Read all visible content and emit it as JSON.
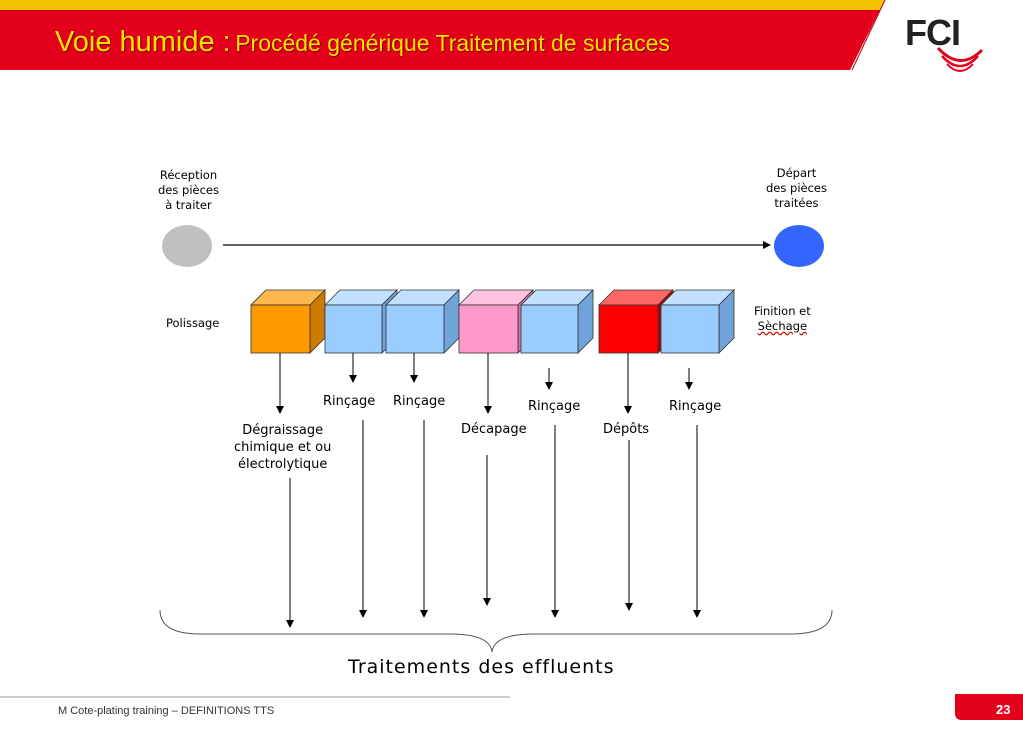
{
  "header": {
    "title_main": "Voie humide :",
    "title_sub": "Procédé générique Traitement de surfaces",
    "logo_text": "FCI",
    "colors": {
      "band_red": "#e3001b",
      "band_yellow": "#f5c400",
      "title_text": "#ffe000"
    }
  },
  "diagram": {
    "reception_label": [
      "Réception",
      "des pièces",
      "à traiter"
    ],
    "depart_label": [
      "Départ",
      "des pièces",
      "traitées"
    ],
    "polissage_label": "Polissage",
    "finition_label": [
      "Finition et",
      "Sèchage"
    ],
    "stations": [
      {
        "name": "Dégraissage chimique et ou électrolytique",
        "color": "#ff9900"
      },
      {
        "name": "Rinçage",
        "color": "#99ccff"
      },
      {
        "name": "Rinçage",
        "color": "#99ccff"
      },
      {
        "name": "Décapage",
        "color": "#ff99cc"
      },
      {
        "name": "Rinçage",
        "color": "#99ccff"
      },
      {
        "name": "Dépôts",
        "color": "#ff0000"
      },
      {
        "name": "Rinçage",
        "color": "#99ccff"
      }
    ],
    "step_labels": {
      "degraissage": [
        "Dégraissage",
        "chimique et ou",
        "électrolytique"
      ],
      "rincage_1": "Rinçage",
      "rincage_2": "Rinçage",
      "decapage": "Décapage",
      "rincage_3": "Rinçage",
      "depots": "Dépôts",
      "rincage_4": "Rinçage"
    },
    "effluents_label": "Traitements des effluents",
    "reception_color": "#c0c0c0",
    "depart_color": "#3366ff"
  },
  "footer": {
    "text": "M Cote-plating training – DEFINITIONS TTS",
    "page_number": "23"
  }
}
